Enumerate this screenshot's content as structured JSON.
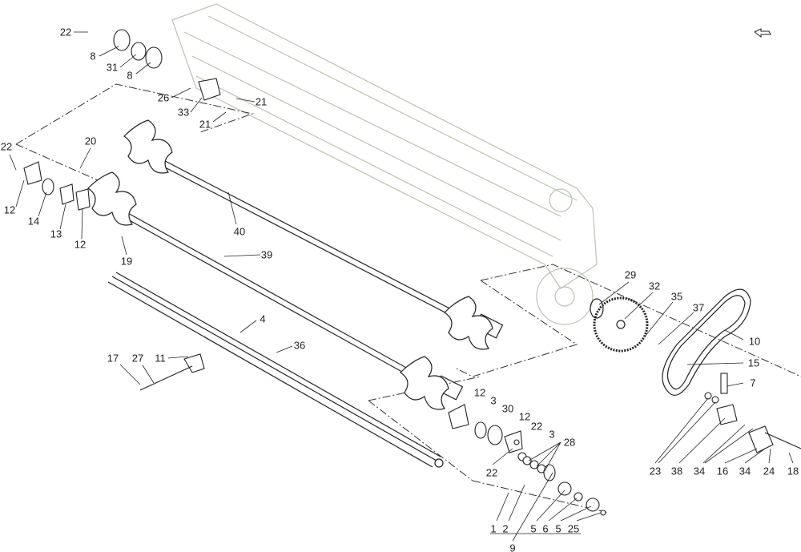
{
  "diagram": {
    "type": "exploded-parts-view",
    "orientation_icon": "arrow-hand-icon",
    "callouts": [
      "22",
      "8",
      "31",
      "8",
      "26",
      "33",
      "21",
      "21",
      "22",
      "20",
      "12",
      "14",
      "13",
      "12",
      "19",
      "40",
      "39",
      "4",
      "36",
      "17",
      "27",
      "11",
      "29",
      "32",
      "35",
      "37",
      "10",
      "15",
      "7",
      "12",
      "3",
      "30",
      "12",
      "22",
      "3",
      "28",
      "22",
      "23",
      "38",
      "34",
      "16",
      "34",
      "24",
      "18",
      "1",
      "2",
      "5",
      "6",
      "5",
      "25",
      "9"
    ]
  }
}
